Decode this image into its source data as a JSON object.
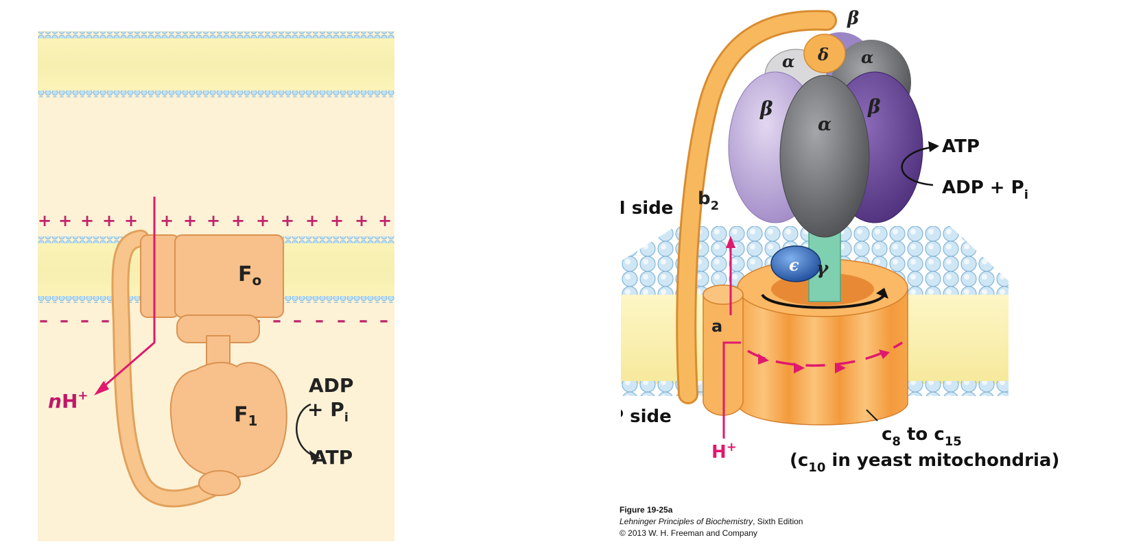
{
  "heading_fragment": "",
  "left_panel": {
    "plus_signs": "+",
    "minus_signs": "–",
    "fo_label": "F",
    "fo_sub": "o",
    "f1_label": "F",
    "f1_sub": "1",
    "proton_prefix": "n",
    "proton_label": "H",
    "proton_sup": "+",
    "adp_line1": "ADP",
    "adp_line2": "+ P",
    "adp_sub": "i",
    "atp_label": "ATP"
  },
  "right_panel": {
    "beta_top": "β",
    "delta": "δ",
    "alpha_left": "α",
    "alpha_right": "α",
    "beta_left": "β",
    "alpha_center": "α",
    "beta_right": "β",
    "epsilon": "ϵ",
    "gamma": "γ",
    "b2_label": "b",
    "b2_sub": "2",
    "a_label": "a",
    "n_side": "N side",
    "p_side": "P side",
    "atp_label": "ATP",
    "adp_label": "ADP + P",
    "adp_sub": "i",
    "h_plus": "H",
    "h_plus_sup": "+",
    "c_ring_line1_a": "c",
    "c_ring_line1_sub1": "8",
    "c_ring_line1_b": " to c",
    "c_ring_line1_sub2": "15",
    "c_ring_line2_a": "(c",
    "c_ring_line2_sub": "10",
    "c_ring_line2_b": " in yeast mitochondria)"
  },
  "caption": {
    "figure": "Figure 19-25a",
    "book_title": "Lehninger Principles of Biochemistry",
    "edition": ", Sixth Edition",
    "copyright": "© 2013 W. H. Freeman and Company"
  },
  "colors": {
    "orange": "#f6b26b",
    "orange_dark": "#e8913a",
    "magenta": "#e0186e",
    "lavender": "#b9a6d6",
    "purple": "#5e3e8e",
    "gray": "#7b7c80",
    "teal": "#7fd0b0",
    "blue": "#2a5fb0",
    "cream": "#fdf0cf",
    "membrane_blue": "#a9cfe8"
  }
}
